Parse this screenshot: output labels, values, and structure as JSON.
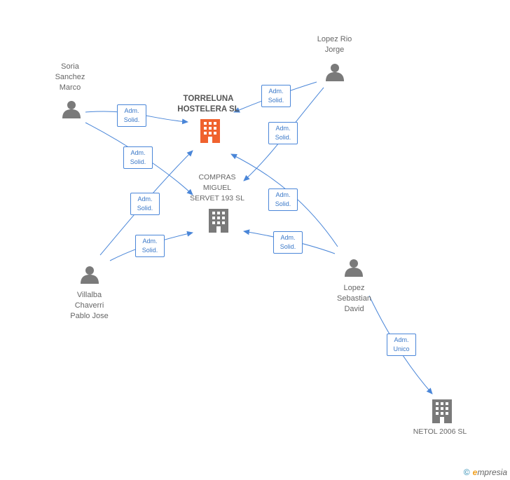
{
  "nodes": {
    "soria": [
      "Soria",
      "Sanchez",
      "Marco"
    ],
    "lopez_rio": [
      "Lopez Rio",
      "Jorge"
    ],
    "villalba": [
      "Villalba",
      "Chaverri",
      "Pablo Jose"
    ],
    "lopez_sebastian": [
      "Lopez",
      "Sebastian",
      "David"
    ],
    "torreluna": [
      "TORRELUNA",
      "HOSTELERA SL"
    ],
    "compras": [
      "COMPRAS",
      "MIGUEL",
      "SERVET 193 SL"
    ],
    "netol": [
      "NETOL 2006 SL"
    ]
  },
  "edge_labels": {
    "solid": [
      "Adm.",
      "Solid."
    ],
    "unico": [
      "Adm.",
      "Unico"
    ]
  },
  "footer": {
    "copyright": "©",
    "brand_e": "e",
    "brand_rest": "mpresia"
  },
  "colors": {
    "edge": "#4a86d8",
    "person_icon": "#7a7a7a",
    "company_icon": "#7a7a7a",
    "highlight_company": "#f0622e"
  }
}
